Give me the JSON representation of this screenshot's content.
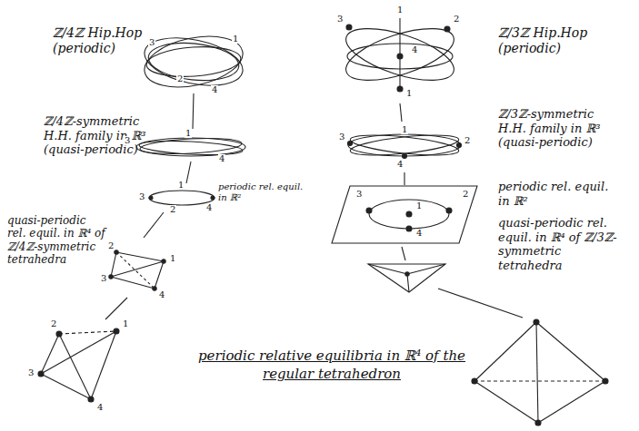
{
  "diagram": {
    "caption": "periodic relative equilibria in ℝ⁴ of the regular tetrahedron",
    "labels": [
      "ℤ/4ℤ Hip.Hop (periodic)",
      "3",
      "1",
      "2",
      "4",
      "ℤ/4ℤ-symmetric H.H. family in ℝ³ (quasi-periodic)",
      "3",
      "1",
      "4",
      "periodic rel. equil. in ℝ²",
      "3",
      "1",
      "2",
      "4",
      "quasi-periodic rel. equil. in ℝ⁴ of ℤ/4ℤ-symmetric tetrahedra",
      "2",
      "1",
      "3",
      "4",
      "2",
      "1",
      "3",
      "4",
      "ℤ/3ℤ Hip.Hop (periodic)",
      "3",
      "1",
      "2",
      "4",
      "1",
      "ℤ/3ℤ-symmetric H.H. family in ℝ³ (quasi-periodic)",
      "3",
      "1",
      "2",
      "4",
      "periodic rel. equil. in ℝ²",
      "3",
      "2",
      "1",
      "4",
      "quasi-periodic rel. equil. in ℝ⁴ of ℤ/3ℤ-symmetric tetrahedra"
    ]
  }
}
